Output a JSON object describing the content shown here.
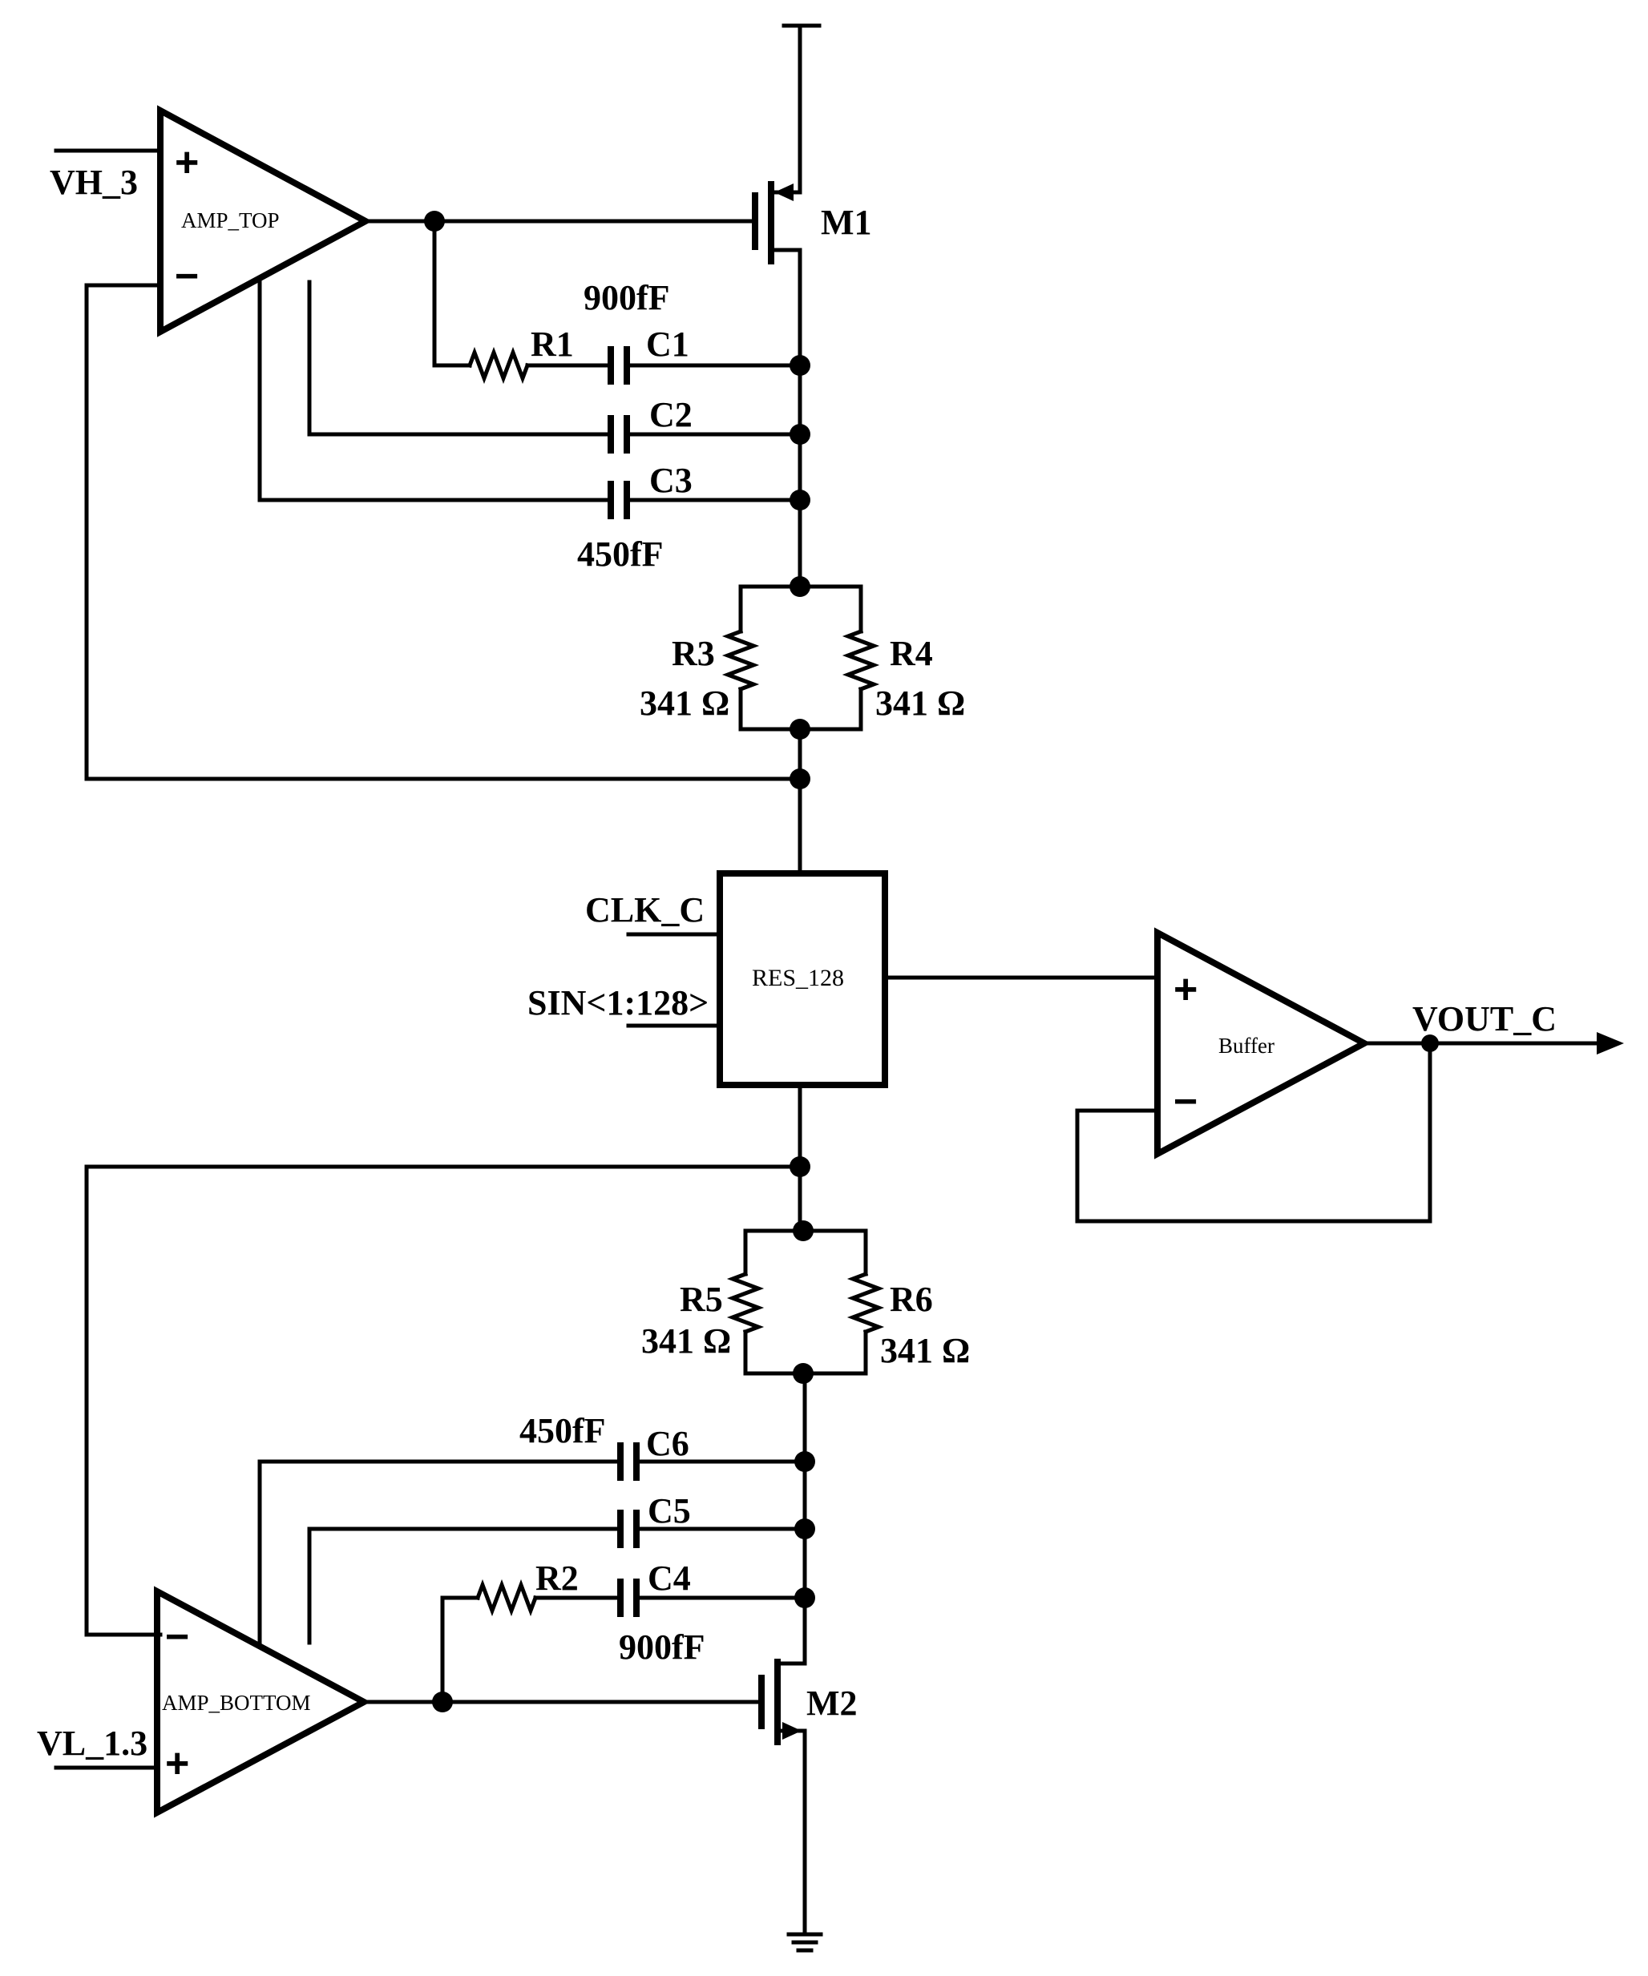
{
  "signals": {
    "vh": "VH_3",
    "vl": "VL_1.3",
    "clk": "CLK_C",
    "sin": "SIN<1:128>",
    "vout": "VOUT_C"
  },
  "blocks": {
    "amp_top": "AMP_TOP",
    "amp_bottom": "AMP_BOTTOM",
    "res": "RES_128",
    "buffer": "Buffer"
  },
  "transistors": {
    "m1": "M1",
    "m2": "M2"
  },
  "resistors": {
    "r1": "R1",
    "r2": "R2",
    "r3": "R3",
    "r4": "R4",
    "r5": "R5",
    "r6": "R6",
    "r3_val": "341 Ω",
    "r4_val": "341 Ω",
    "r5_val": "341 Ω",
    "r6_val": "341 Ω"
  },
  "capacitors": {
    "c1": "C1",
    "c2": "C2",
    "c3": "C3",
    "c4": "C4",
    "c5": "C5",
    "c6": "C6",
    "c1_val": "900fF",
    "c3_val": "450fF",
    "c4_val": "900fF",
    "c6_val": "450fF"
  },
  "signs": {
    "plus": "+",
    "minus": "−"
  }
}
